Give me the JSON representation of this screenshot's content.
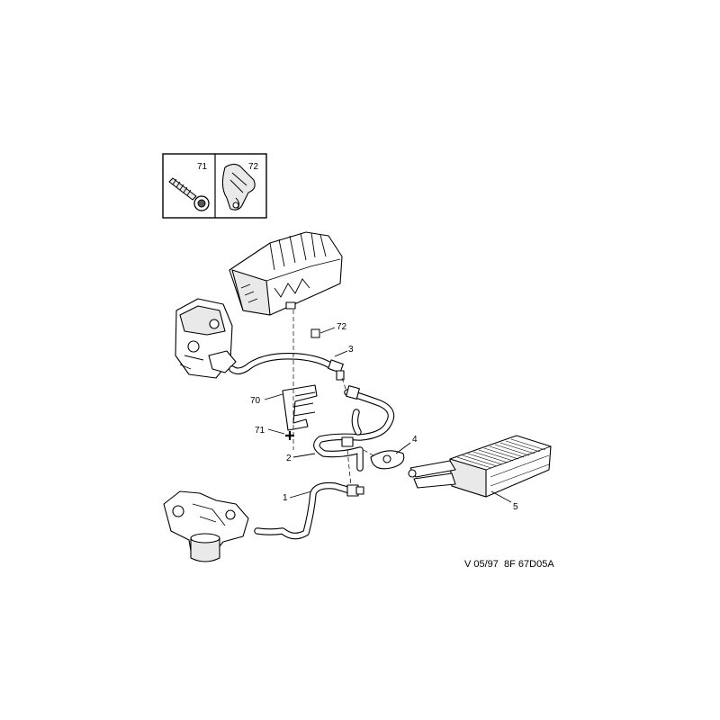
{
  "inset": {
    "items": [
      {
        "number": "71",
        "icon": "screw-icon"
      },
      {
        "number": "72",
        "icon": "clip-icon"
      }
    ]
  },
  "callouts": [
    {
      "number": "72",
      "part": "clip"
    },
    {
      "number": "3",
      "part": "upper-hose"
    },
    {
      "number": "70",
      "part": "bracket"
    },
    {
      "number": "71",
      "part": "screw"
    },
    {
      "number": "2",
      "part": "middle-hose"
    },
    {
      "number": "4",
      "part": "gasket"
    },
    {
      "number": "1",
      "part": "lower-hose"
    },
    {
      "number": "5",
      "part": "heater-matrix"
    }
  ],
  "reference": "V 05/97  8F 67D05A"
}
